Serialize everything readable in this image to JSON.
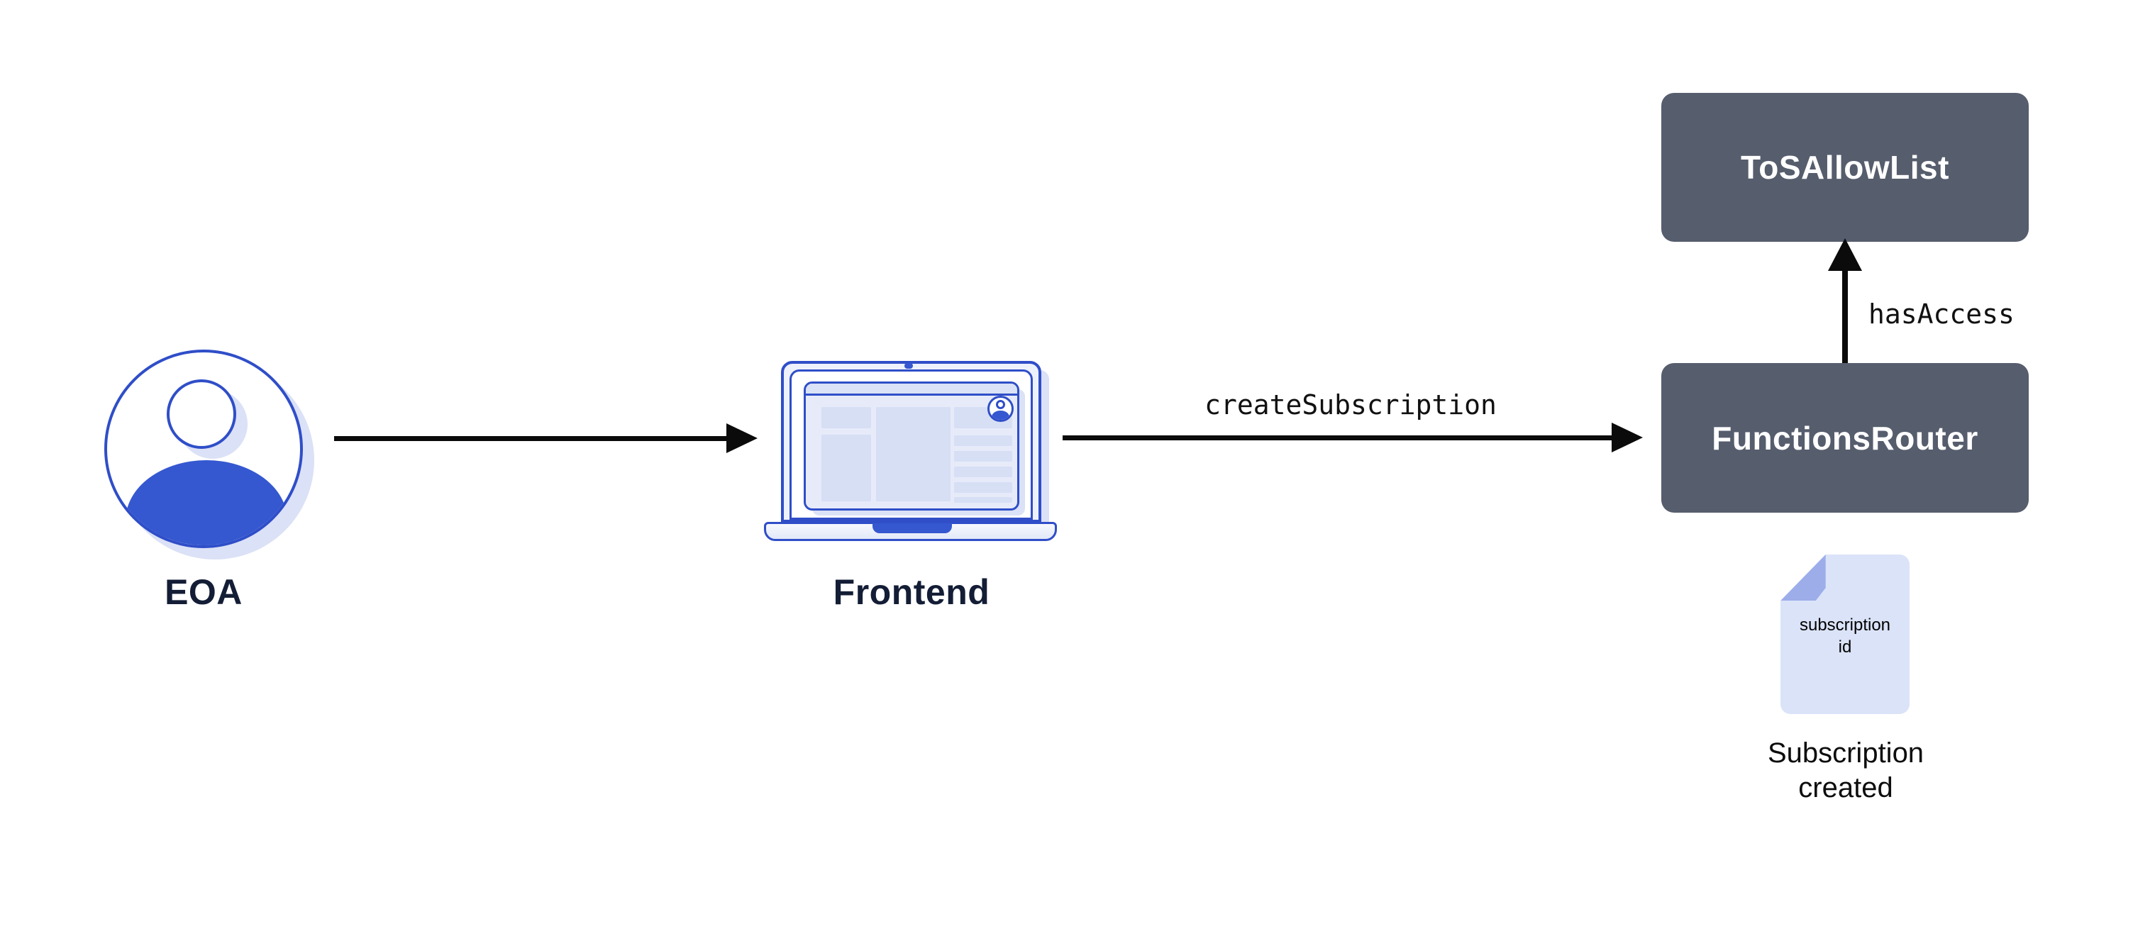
{
  "colors": {
    "canvas_bg": "#ffffff",
    "accent_blue": "#2f4ec8",
    "fill_blue": "#3558d0",
    "light_blue": "#d9e2f6",
    "lighter_blue": "#e7ebf9",
    "block_blue": "#d7dff5",
    "shadow_blue": "#dbe1f6",
    "node_dark": "#565d6d",
    "node_text": "#ffffff",
    "label_navy": "#131d35",
    "arrow_black": "#0b0b0b",
    "doc_fill": "#dbe3f8",
    "doc_fold": "#9cadea",
    "mono_text": "#111111"
  },
  "nodes": {
    "eoa": {
      "label": "EOA"
    },
    "frontend": {
      "label": "Frontend"
    },
    "functions_router": {
      "label": "FunctionsRouter"
    },
    "tos_allow_list": {
      "label": "ToSAllowList"
    }
  },
  "edges": {
    "eoa_to_frontend": {
      "label": ""
    },
    "frontend_to_router": {
      "label": "createSubscription"
    },
    "router_to_allowlist": {
      "label": "hasAccess"
    }
  },
  "artifact": {
    "doc_line1": "subscription",
    "doc_line2": "id",
    "caption_line1": "Subscription",
    "caption_line2": "created"
  }
}
